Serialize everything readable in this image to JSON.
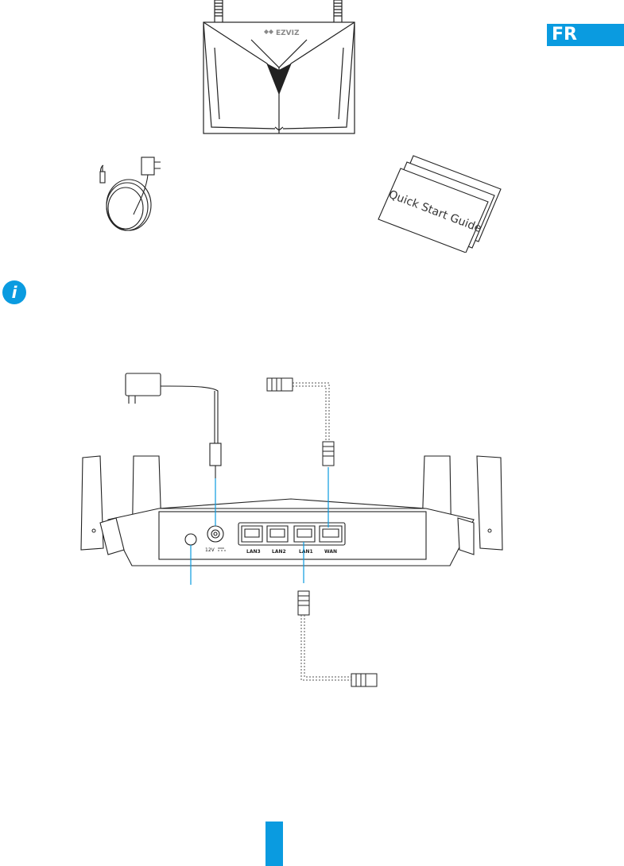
{
  "language_badge": "FR",
  "brand_logo_text": "EZVIZ",
  "guide_label": "Quick Start Guide",
  "info_icon_glyph": "i",
  "ports": {
    "power_label": "12V",
    "lan3": "LAN3",
    "lan2": "LAN2",
    "lan1": "LAN1",
    "wan": "WAN"
  },
  "colors": {
    "accent": "#0a9be0",
    "line": "#222222",
    "callout": "#0a9be0"
  },
  "icons": {
    "info": "info-icon",
    "router_front": "router-front-icon",
    "power_adapter": "power-adapter-icon",
    "quick_start_guide": "quick-start-guide-icon",
    "router_back": "router-back-icon",
    "ethernet_cable": "ethernet-cable-icon"
  }
}
